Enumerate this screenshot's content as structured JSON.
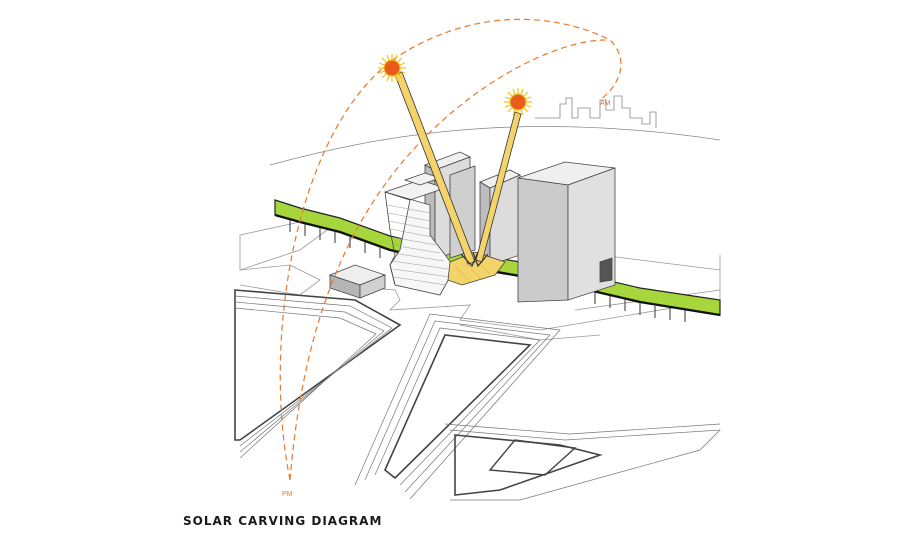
{
  "caption": "SOLAR CARVING DIAGRAM",
  "labels": {
    "am": "AM",
    "pm": "PM"
  },
  "colors": {
    "sun_path": "#e8782a",
    "sun_core": "#e85b1a",
    "sun_rays": "#f2c21b",
    "high_line": "#a7d63c",
    "plaza": "#f3d36a",
    "building": "#d9d9d9",
    "line": "#444444"
  }
}
